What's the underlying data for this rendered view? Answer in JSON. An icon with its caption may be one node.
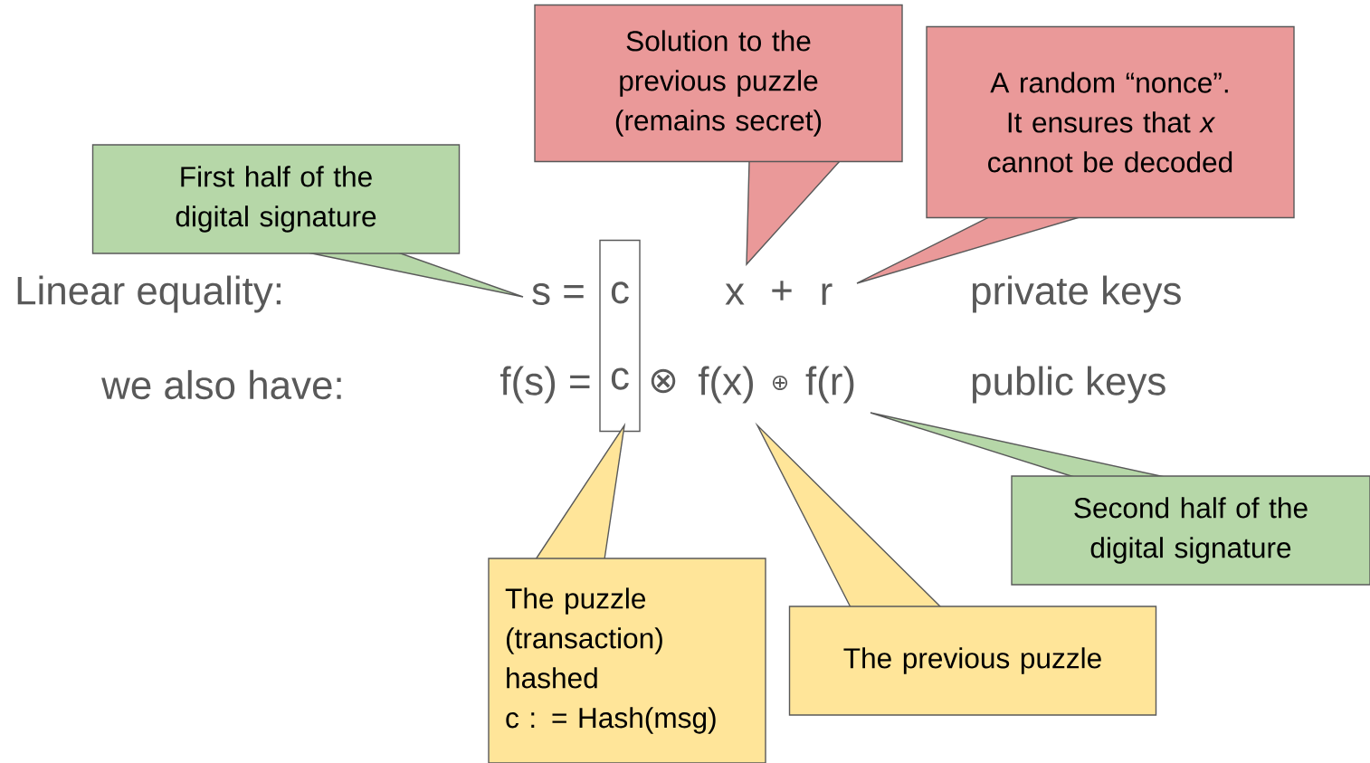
{
  "diagram": {
    "nodes": [
      {
        "text": [
          "First half of the digital signature"
        ]
      },
      {
        "text": [
          "Solution to the previous puzzle (remains secret)"
        ]
      },
      {
        "text": [
          "A random “nonce”. It ensures that *x* cannot be decoded"
        ]
      },
      {
        "text": [
          "c",
          "c"
        ]
      },
      {
        "text": [
          "Second half of the digital signature"
        ]
      },
      {
        "text": [
          "The puzzle (transaction) hashed",
          "c : = Hash(msg)"
        ]
      },
      {
        "text": [
          "The previous puzzle"
        ]
      }
    ],
    "labels": [
      "Linear equality:",
      "s =",
      "x",
      "+",
      "r",
      "private keys",
      "we also have:",
      "f(s) =",
      "⊗",
      "f(x)",
      "⊕",
      "f(r)",
      "public keys"
    ]
  }
}
